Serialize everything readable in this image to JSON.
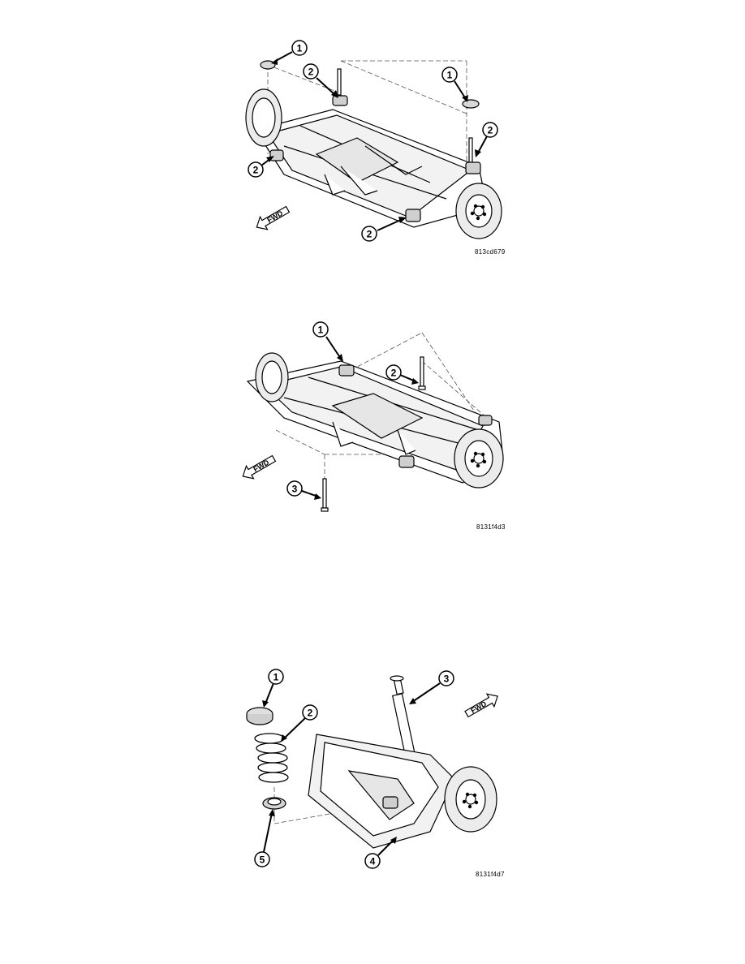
{
  "figures": [
    {
      "id": "fig1",
      "code": "813cd679",
      "fwd": "FWD",
      "callouts": [
        "1",
        "2",
        "1",
        "2",
        "2",
        "2"
      ]
    },
    {
      "id": "fig2",
      "code": "8131f4d3",
      "fwd": "FWD",
      "callouts": [
        "1",
        "2",
        "3"
      ]
    },
    {
      "id": "fig3",
      "code": "8131f4d7",
      "fwd": "FWD",
      "callouts": [
        "1",
        "2",
        "3",
        "4",
        "5"
      ]
    }
  ]
}
